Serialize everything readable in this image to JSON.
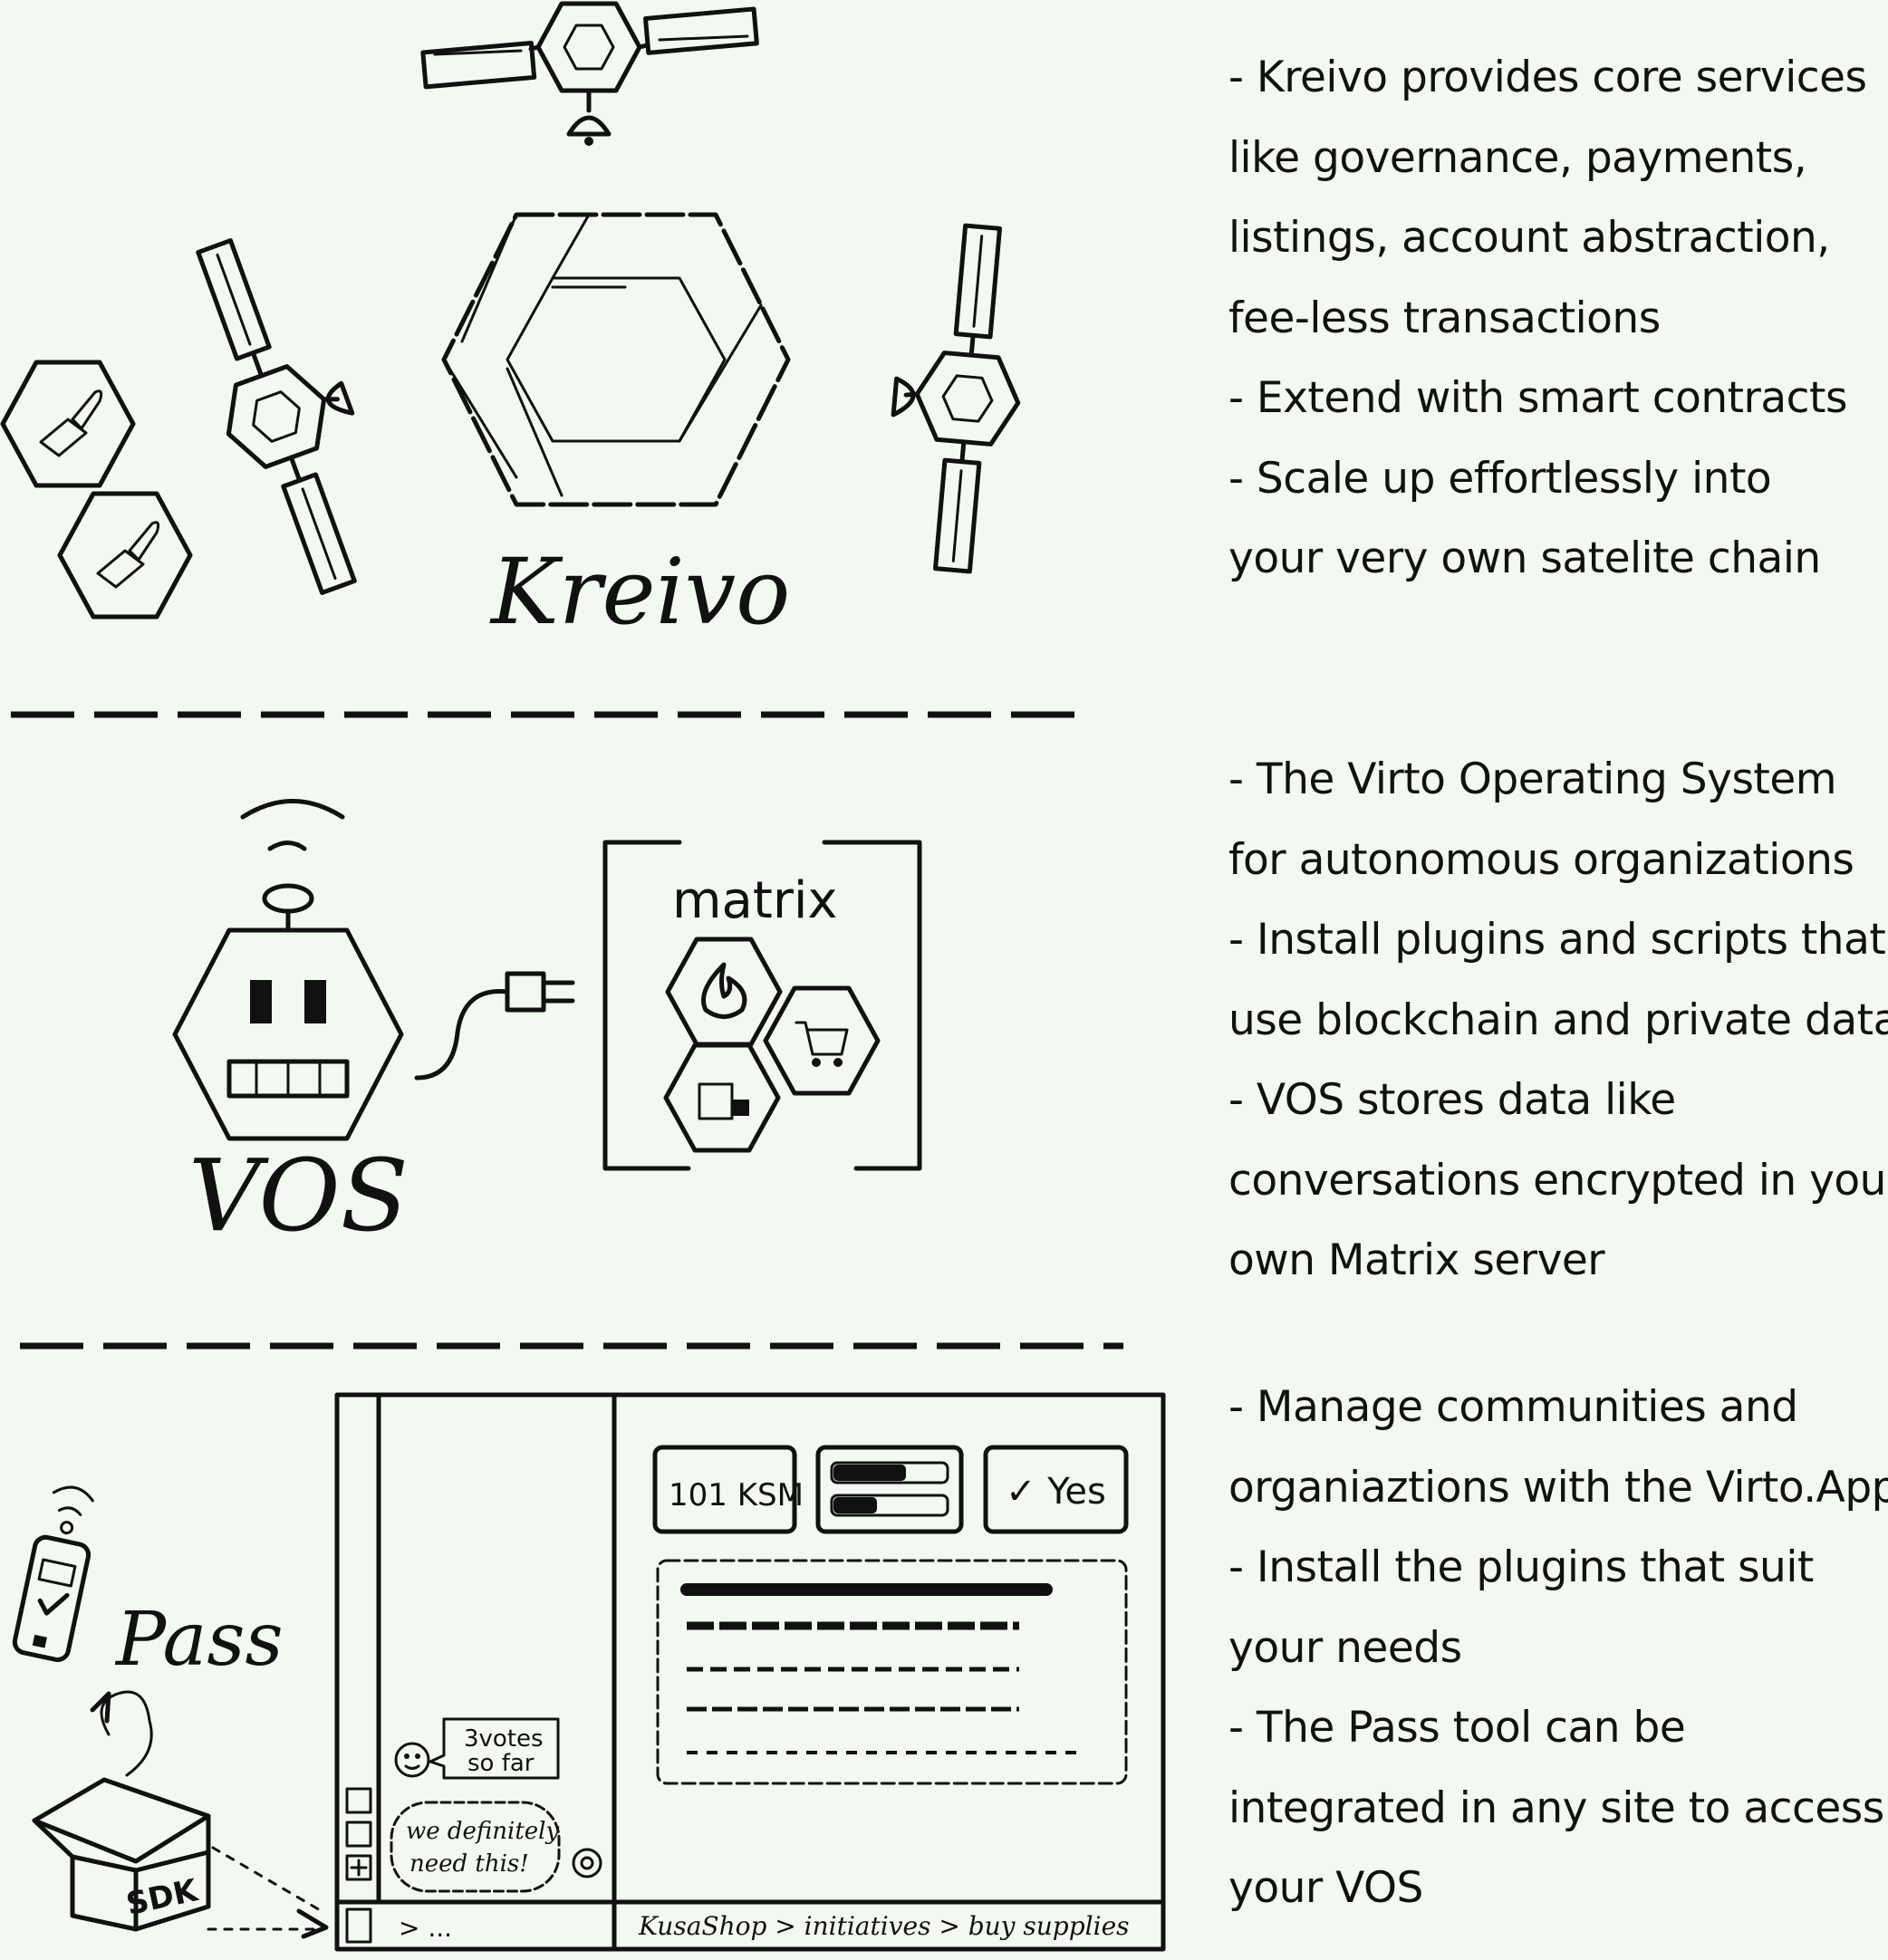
{
  "sections": {
    "kreivo": {
      "logo": "Kreivo",
      "lines": [
        "- Kreivo provides core services",
        "like governance, payments,",
        "listings, account abstraction,",
        "fee-less transactions",
        "- Extend with smart contracts",
        "- Scale up effortlessly into",
        "your very own satelite chain"
      ]
    },
    "vos": {
      "logo": "VOS",
      "matrix_label": "matrix",
      "lines": [
        "- The Virto Operating System",
        "for autonomous organizations",
        "- Install plugins and scripts that",
        "use blockchain and private data",
        "- VOS stores data like",
        "conversations encrypted in your",
        "own Matrix server"
      ]
    },
    "app": {
      "pass_label": "Pass",
      "sdk_label": "SDK",
      "card_amount": "101 KSM",
      "card_vote": "✓ Yes",
      "votes_bubble": [
        "3votes",
        "so far"
      ],
      "chat_bubble": [
        "we definitely",
        "need this!"
      ],
      "prompt": "> ...",
      "breadcrumb": "KusaShop > initiatives > buy supplies",
      "lines": [
        "- Manage communities and",
        "organiaztions with the Virto.App",
        "- Install the plugins that suit",
        "your needs",
        "- The Pass tool can be",
        "integrated in any site to access",
        "your VOS"
      ]
    }
  },
  "icons": [
    "satellite-icon",
    "hexagon-logo-icon",
    "rocket-hex-icon",
    "robot-icon",
    "plug-icon",
    "fire-icon",
    "cart-icon",
    "lock-icon",
    "phone-pass-icon",
    "box-icon",
    "checkbox-icon",
    "smiley-icon",
    "gear-icon"
  ]
}
